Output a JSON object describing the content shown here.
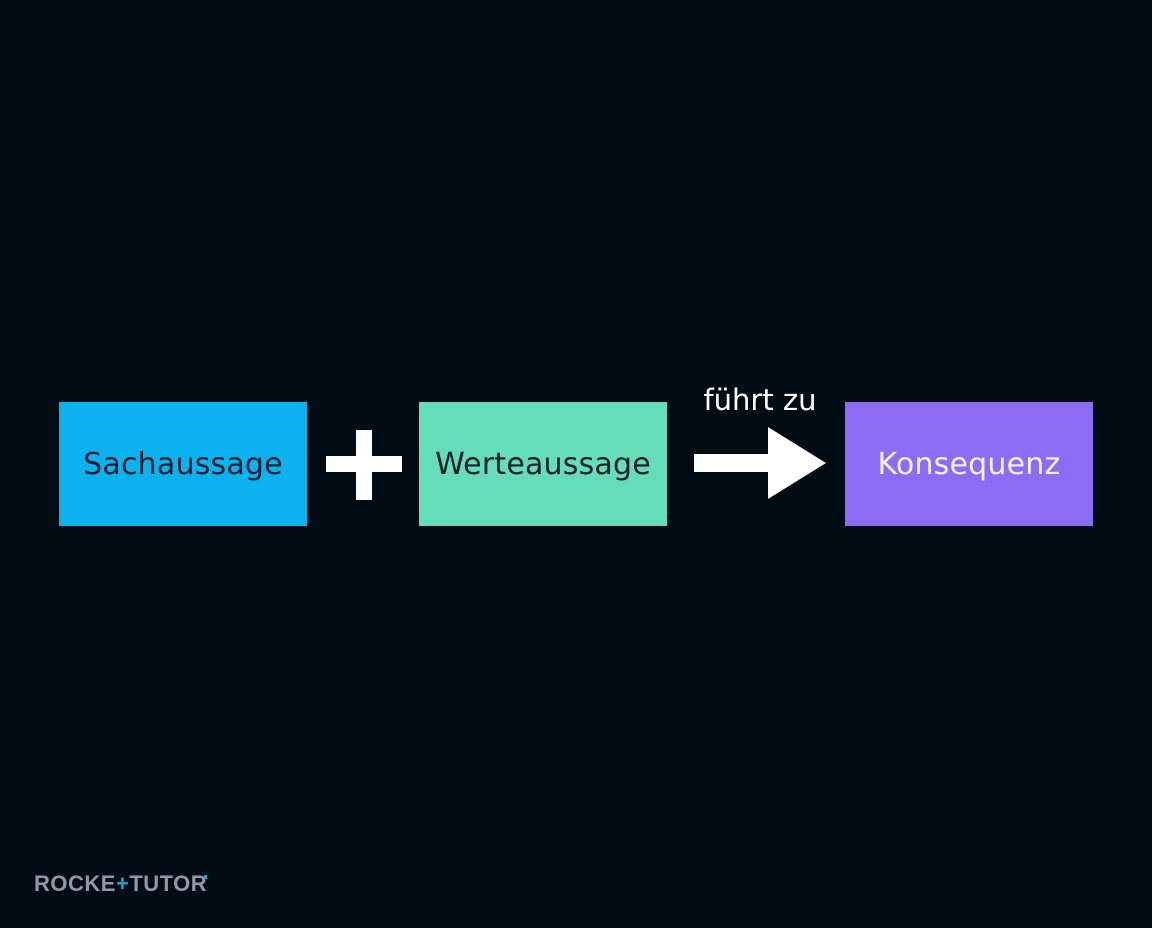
{
  "diagram": {
    "nodes": [
      {
        "id": "sach",
        "label": "Sachaussage",
        "color": "#0cb2ee"
      },
      {
        "id": "werte",
        "label": "Werteaussage",
        "color": "#64ddb8"
      },
      {
        "id": "konsequenz",
        "label": "Konsequenz",
        "color": "#8b6cf3"
      }
    ],
    "operator": {
      "symbol": "+",
      "icon": "plus-icon",
      "color": "#ffffff"
    },
    "edge": {
      "from": "werte",
      "to": "konsequenz",
      "label": "führt zu",
      "icon": "arrow-right-icon",
      "color": "#ffffff"
    }
  },
  "logo": {
    "part1": "ROCKE",
    "plus": "+",
    "part2": "TUTOR",
    "text_color": "#8f9aa6",
    "accent_color": "#2a9cd8"
  },
  "background": "#020c14"
}
